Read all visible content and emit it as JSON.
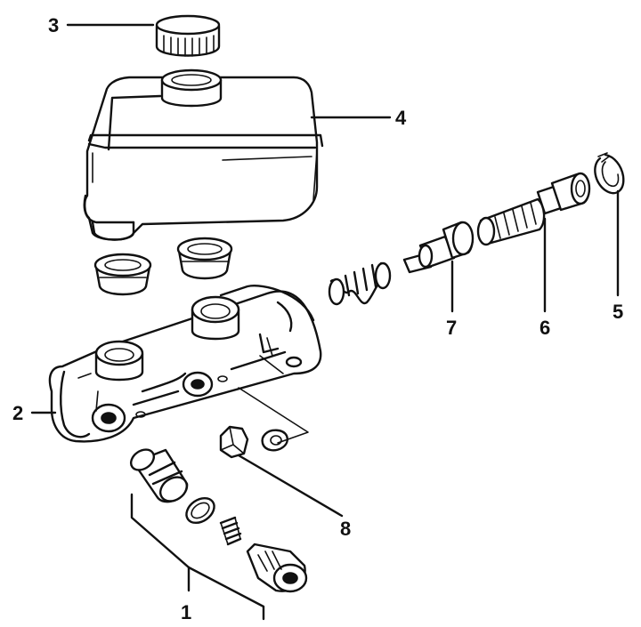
{
  "callouts": [
    {
      "id": "1",
      "label": "1"
    },
    {
      "id": "2",
      "label": "2"
    },
    {
      "id": "3",
      "label": "3"
    },
    {
      "id": "4",
      "label": "4"
    },
    {
      "id": "5",
      "label": "5"
    },
    {
      "id": "6",
      "label": "6"
    },
    {
      "id": "7",
      "label": "7"
    },
    {
      "id": "8",
      "label": "8"
    }
  ],
  "parts": [
    "reservoir-cap",
    "fluid-reservoir",
    "reservoir-grommet",
    "master-cylinder-body",
    "pressure-valve-assembly",
    "primary-piston-assembly",
    "secondary-piston",
    "return-spring",
    "circlip",
    "nut-and-washer"
  ]
}
